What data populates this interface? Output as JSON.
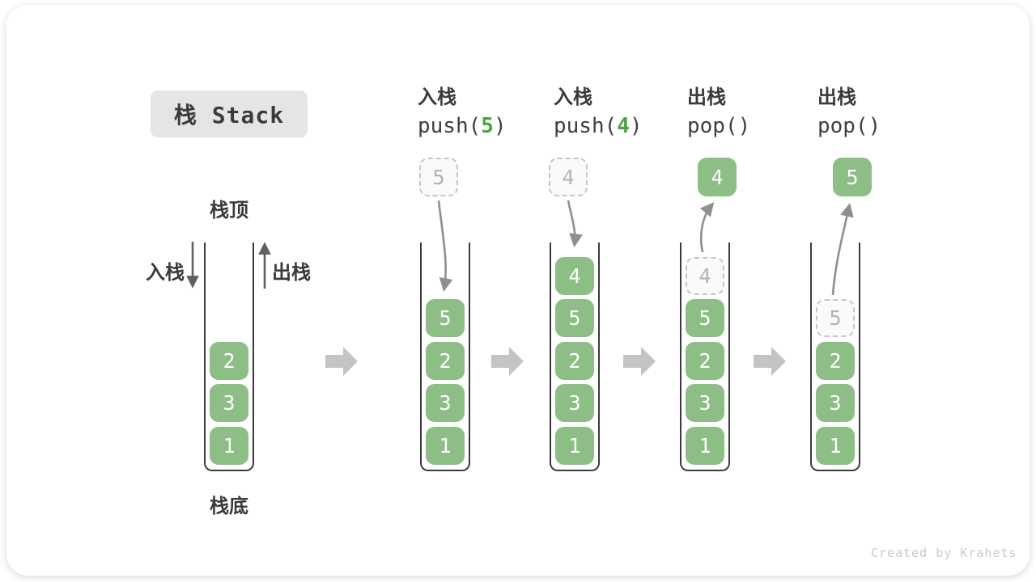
{
  "title": "栈 Stack",
  "side_labels": {
    "stack_top": "栈顶",
    "stack_bottom": "栈底",
    "push": "入栈",
    "pop": "出栈"
  },
  "columns": [
    {
      "label": "入栈",
      "code_pre": "push(",
      "code_arg": "5",
      "code_post": ")",
      "box_value": "5",
      "box_style": "dashed"
    },
    {
      "label": "入栈",
      "code_pre": "push(",
      "code_arg": "4",
      "code_post": ")",
      "box_value": "4",
      "box_style": "dashed"
    },
    {
      "label": "出栈",
      "code_pre": "pop()",
      "code_arg": "",
      "code_post": "",
      "box_value": "4",
      "box_style": "solid"
    },
    {
      "label": "出栈",
      "code_pre": "pop()",
      "code_arg": "",
      "code_post": "",
      "box_value": "5",
      "box_style": "solid"
    }
  ],
  "stacks": [
    {
      "items": [
        "2",
        "3",
        "1"
      ]
    },
    {
      "items": [
        "5",
        "2",
        "3",
        "1"
      ]
    },
    {
      "items": [
        "4",
        "5",
        "2",
        "3",
        "1"
      ]
    },
    {
      "ghost": "4",
      "items": [
        "5",
        "2",
        "3",
        "1"
      ]
    },
    {
      "ghost": "5",
      "items": [
        "2",
        "3",
        "1"
      ]
    }
  ],
  "watermark": "Created by Krahets",
  "colors": {
    "item_green": "#8cbe85",
    "code_green": "#4da143",
    "ghost_gray": "#c6c6c6",
    "step_arrow_gray": "#c4c4c4",
    "motion_arrow_gray": "#8f8f8f",
    "wall_dark": "#3b3b3b"
  }
}
